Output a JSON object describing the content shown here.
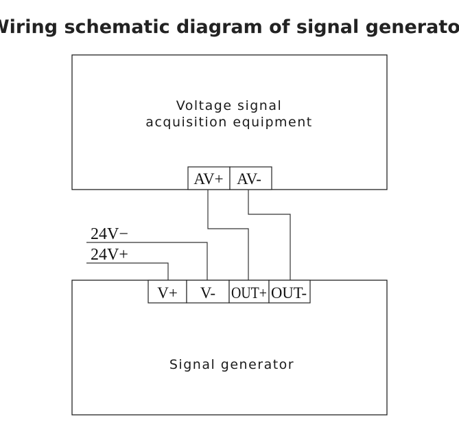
{
  "title": "Wiring schematic diagram of signal generator",
  "acquisition_box": {
    "line1": "Voltage signal",
    "line2": "acquisition equipment",
    "terminals": [
      "AV+",
      "AV-"
    ]
  },
  "generator_box": {
    "label": "Signal generator",
    "terminals": [
      "V+",
      "V-",
      "OUT+",
      "OUT-"
    ]
  },
  "supply_labels": {
    "negative": "24V−",
    "positive": "24V+"
  }
}
